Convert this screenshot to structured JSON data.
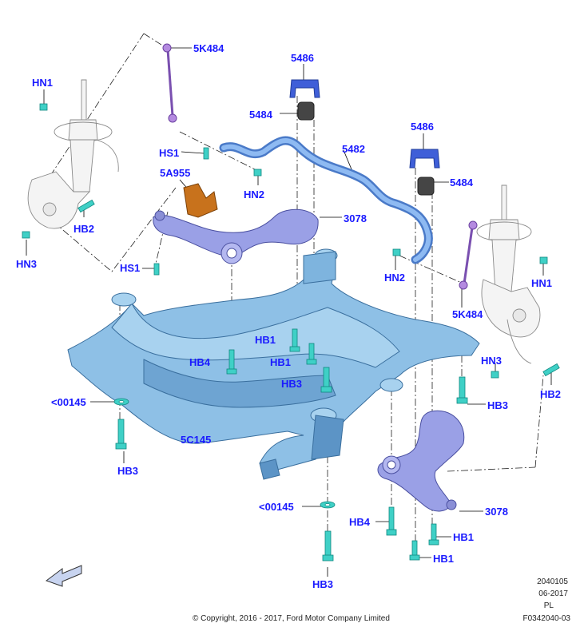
{
  "callouts": {
    "c_5k484_top": "5K484",
    "c_5486_top": "5486",
    "c_5484_top": "5484",
    "c_hn1_left": "HN1",
    "c_5482": "5482",
    "c_5486_right": "5486",
    "c_hs1_upper": "HS1",
    "c_5a955": "5A955",
    "c_hn2_left": "HN2",
    "c_5484_right": "5484",
    "c_3078_upper": "3078",
    "c_hb2_left": "HB2",
    "c_hn3_left": "HN3",
    "c_hs1_lower": "HS1",
    "c_hn2_right": "HN2",
    "c_hn1_right": "HN1",
    "c_5k484_right": "5K484",
    "c_hb1_a": "HB1",
    "c_hb4_left": "HB4",
    "c_hb1_b": "HB1",
    "c_hn3_right": "HN3",
    "c_hb3_mid": "HB3",
    "c_hb2_right": "HB2",
    "c_00145_left": "<00145",
    "c_hb3_right": "HB3",
    "c_5c145": "5C145",
    "c_hb3_left": "HB3",
    "c_00145_bottom": "<00145",
    "c_3078_lower": "3078",
    "c_hb4_lower": "HB4",
    "c_hb1_c": "HB1",
    "c_hb1_d": "HB1",
    "c_hb3_bottom": "HB3"
  },
  "footer": {
    "code": "2040105",
    "date": "06-2017",
    "lang": "PL",
    "ref": "F0342040-03",
    "copyright": "© Copyright, 2016 - 2017, Ford Motor Company Limited"
  },
  "colors": {
    "callout_text": "#1a1aff",
    "subframe_fill": "#7fb2dc",
    "subframe_dark": "#5a8fc0",
    "arm_fill": "#8a8fd6",
    "bracket_fill": "#c87a1a",
    "bushing_fill": "#444444",
    "stabilizer_fill": "#6f9fe0",
    "bolt_fill": "#3cc8c0",
    "strut_line": "#9a9a9a",
    "link_fill": "#9a6fd0"
  }
}
